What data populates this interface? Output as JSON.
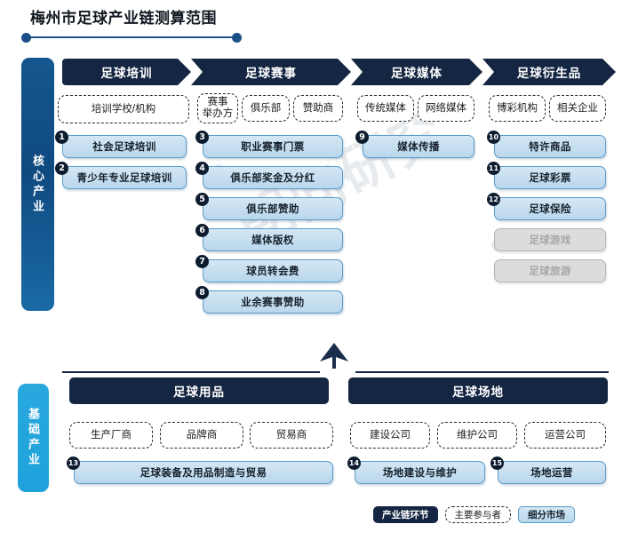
{
  "title": "梅州市足球产业链测算范围",
  "watermark": "朝向研究",
  "categories": {
    "core": "核心产业",
    "base": "基础产业"
  },
  "core_columns": [
    {
      "header": "足球培训",
      "participants": [
        "培训学校/机构"
      ],
      "markets": [
        {
          "num": "1",
          "label": "社会足球培训",
          "dim": false
        },
        {
          "num": "2",
          "label": "青少年专业足球培训",
          "dim": false
        }
      ]
    },
    {
      "header": "足球赛事",
      "participants": [
        "赛事举办方",
        "俱乐部",
        "赞助商"
      ],
      "markets": [
        {
          "num": "3",
          "label": "职业赛事门票",
          "dim": false
        },
        {
          "num": "4",
          "label": "俱乐部奖金及分红",
          "dim": false
        },
        {
          "num": "5",
          "label": "俱乐部赞助",
          "dim": false
        },
        {
          "num": "6",
          "label": "媒体版权",
          "dim": false
        },
        {
          "num": "7",
          "label": "球员转会费",
          "dim": false
        },
        {
          "num": "8",
          "label": "业余赛事赞助",
          "dim": false
        }
      ]
    },
    {
      "header": "足球媒体",
      "participants": [
        "传统媒体",
        "网络媒体"
      ],
      "markets": [
        {
          "num": "9",
          "label": "媒体传播",
          "dim": false
        }
      ]
    },
    {
      "header": "足球衍生品",
      "participants": [
        "博彩机构",
        "相关企业"
      ],
      "markets": [
        {
          "num": "10",
          "label": "特许商品",
          "dim": false
        },
        {
          "num": "11",
          "label": "足球彩票",
          "dim": false
        },
        {
          "num": "12",
          "label": "足球保险",
          "dim": false
        },
        {
          "num": "",
          "label": "足球游戏",
          "dim": true
        },
        {
          "num": "",
          "label": "足球旅游",
          "dim": true
        }
      ]
    }
  ],
  "base_columns": [
    {
      "header": "足球用品",
      "participants": [
        "生产厂商",
        "品牌商",
        "贸易商"
      ],
      "markets": [
        {
          "num": "13",
          "label": "足球装备及用品制造与贸易",
          "dim": false
        }
      ]
    },
    {
      "header": "足球场地",
      "participants": [
        "建设公司",
        "维护公司",
        "运营公司"
      ],
      "markets": [
        {
          "num": "14",
          "label": "场地建设与维护",
          "dim": false
        },
        {
          "num": "15",
          "label": "场地运营",
          "dim": false
        }
      ]
    }
  ],
  "legend": [
    {
      "label": "产业链环节",
      "style": "dark"
    },
    {
      "label": "主要参与者",
      "style": "dash"
    },
    {
      "label": "细分市场",
      "style": "blue"
    }
  ]
}
